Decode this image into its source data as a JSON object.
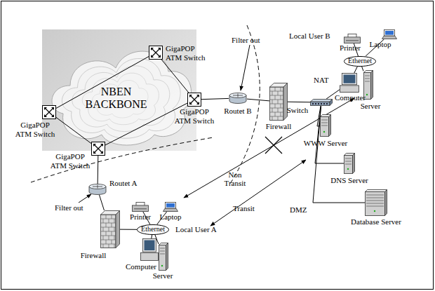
{
  "diagram": {
    "nodes": [
      {
        "text": [
          "NBEN BACKBONE"
        ]
      },
      {
        "text": [
          "GigaPOP ATM Switch"
        ]
      },
      {
        "text": [
          "Printer"
        ]
      },
      {
        "text": [
          "Laptop"
        ]
      },
      {
        "text": [
          "Ethernet"
        ]
      },
      {
        "text": [
          "Server"
        ]
      },
      {
        "text": [
          "Computer"
        ]
      },
      {
        "text": [
          "Routet B"
        ]
      },
      {
        "text": [
          "Firewall"
        ]
      },
      {
        "text": [
          "GigaPOP ATM Switch"
        ]
      },
      {
        "text": [
          "Switch"
        ]
      },
      {
        "text": [
          "GigaPOP ATM Switch"
        ]
      },
      {
        "text": [
          "WWW Server"
        ]
      },
      {
        "text": [
          "GigaPOP ATM Switch"
        ]
      },
      {
        "text": [
          "DNS Server"
        ]
      },
      {
        "text": [
          "Routet A"
        ]
      },
      {
        "text": [
          "Database Server"
        ]
      },
      {
        "text": [
          "Printer"
        ]
      },
      {
        "text": [
          "Laptop"
        ]
      },
      {
        "text": [
          "Firewall"
        ]
      },
      {
        "text": [
          "Ethernet"
        ]
      },
      {
        "text": [
          "Computer"
        ]
      },
      {
        "text": [
          "Server"
        ]
      }
    ],
    "edges": [
      {
        "from": 1,
        "to": 9,
        "arrow": "none"
      },
      {
        "from": 1,
        "to": 11,
        "arrow": "none"
      },
      {
        "from": 11,
        "to": 13,
        "arrow": "none"
      },
      {
        "from": 13,
        "to": 9,
        "arrow": "none"
      },
      {
        "from": 9,
        "to": 7,
        "arrow": "none"
      },
      {
        "from": 7,
        "to": 8,
        "arrow": "none"
      },
      {
        "from": 8,
        "to": 10,
        "arrow": "none"
      },
      {
        "from": 10,
        "to": 6,
        "arrow": "none"
      },
      {
        "from": 10,
        "to": 12,
        "arrow": "none"
      },
      {
        "from": 10,
        "to": 14,
        "arrow": "none"
      },
      {
        "from": 10,
        "to": 16,
        "arrow": "none"
      },
      {
        "from": 4,
        "to": 2,
        "arrow": "none"
      },
      {
        "from": 4,
        "to": 3,
        "arrow": "none"
      },
      {
        "from": 4,
        "to": 6,
        "arrow": "none"
      },
      {
        "from": 4,
        "to": 5,
        "arrow": "none"
      },
      {
        "from": 13,
        "to": 15,
        "arrow": "none"
      },
      {
        "from": 15,
        "to": 19,
        "arrow": "none"
      },
      {
        "from": 19,
        "to": 20,
        "arrow": "none"
      },
      {
        "from": 20,
        "to": 17,
        "arrow": "none"
      },
      {
        "from": 20,
        "to": 18,
        "arrow": "none"
      },
      {
        "from": 20,
        "to": 21,
        "arrow": "none"
      },
      {
        "from": 20,
        "to": 22,
        "arrow": "none"
      }
    ],
    "labels": [
      "Local User B",
      "Filter out",
      "NAT",
      "Non Transit",
      "Transit",
      "Filter out",
      "DMZ",
      "Local User A"
    ]
  }
}
